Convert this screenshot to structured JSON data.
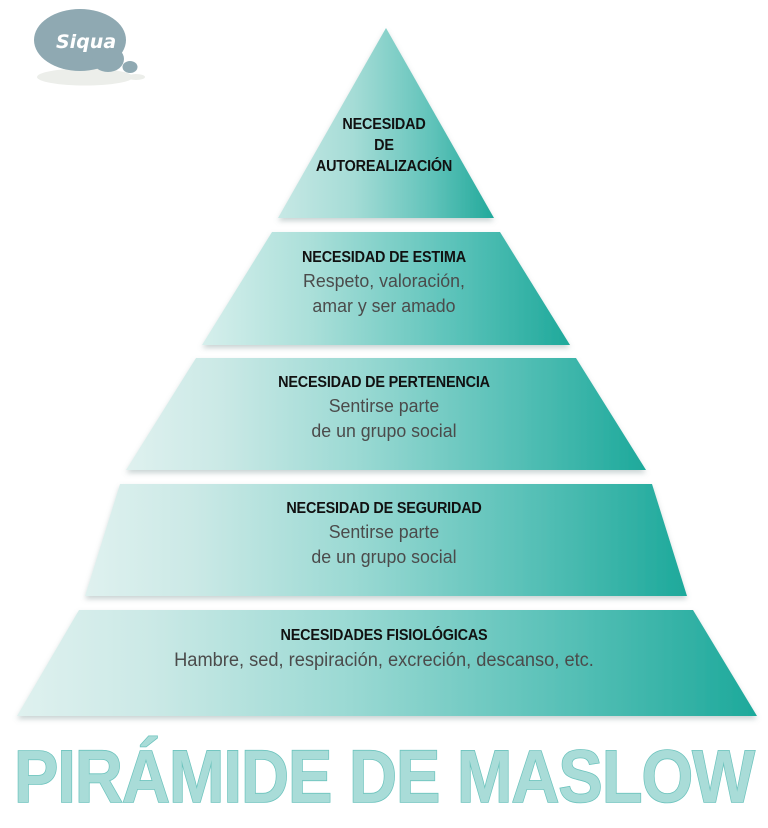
{
  "brand": {
    "logo_name": "thought-bubble-logo",
    "logo_text": "Siqua",
    "logo_color": "#8fa9b2",
    "logo_shadow_color": "#e8e9e3"
  },
  "page": {
    "title": "PIRÁMIDE DE MASLOW",
    "background": "#ffffff",
    "title_fill": "#a9dcd8",
    "title_stroke": "#6cc3bd"
  },
  "palette": {
    "gradient_left": "#d9efec",
    "gradient_mid": "#8fd3cd",
    "gradient_right": "#1faa9c",
    "heading_color": "#111111",
    "body_color": "#4b4b4b"
  },
  "chart_data": {
    "type": "pyramid",
    "title": "PIRÁMIDE DE MASLOW",
    "levels": 5,
    "order": "top-to-bottom",
    "tiers": [
      {
        "level": 5,
        "title_lines": [
          "NECESIDAD",
          "DE",
          "AUTOREALIZACIÓN"
        ],
        "title": "NECESIDAD DE AUTOREALIZACIÓN",
        "description_lines": []
      },
      {
        "level": 4,
        "title_lines": [
          "NECESIDAD DE ESTIMA"
        ],
        "title": "NECESIDAD DE ESTIMA",
        "description_lines": [
          "Respeto, valoración,",
          "amar y ser amado"
        ]
      },
      {
        "level": 3,
        "title_lines": [
          "NECESIDAD DE PERTENENCIA"
        ],
        "title": "NECESIDAD DE PERTENENCIA",
        "description_lines": [
          "Sentirse parte",
          "de un grupo social"
        ]
      },
      {
        "level": 2,
        "title_lines": [
          "NECESIDAD DE SEGURIDAD"
        ],
        "title": "NECESIDAD DE SEGURIDAD",
        "description_lines": [
          "Sentirse parte",
          "de un grupo social"
        ]
      },
      {
        "level": 1,
        "title_lines": [
          "NECESIDADES FISIOLÓGICAS"
        ],
        "title": "NECESIDADES FISIOLÓGICAS",
        "description_lines": [
          "Hambre, sed, respiración, excreción, descanso, etc."
        ]
      }
    ]
  },
  "tier1": {
    "line1": "NECESIDAD",
    "line2": "DE",
    "line3": "AUTOREALIZACIÓN"
  },
  "tier2": {
    "title": "NECESIDAD DE ESTIMA",
    "desc1": "Respeto, valoración,",
    "desc2": "amar y ser amado"
  },
  "tier3": {
    "title": "NECESIDAD DE PERTENENCIA",
    "desc1": "Sentirse parte",
    "desc2": "de un grupo social"
  },
  "tier4": {
    "title": "NECESIDAD DE SEGURIDAD",
    "desc1": "Sentirse parte",
    "desc2": "de un grupo social"
  },
  "tier5": {
    "title": "NECESIDADES FISIOLÓGICAS",
    "desc1": "Hambre, sed, respiración, excreción, descanso, etc."
  }
}
